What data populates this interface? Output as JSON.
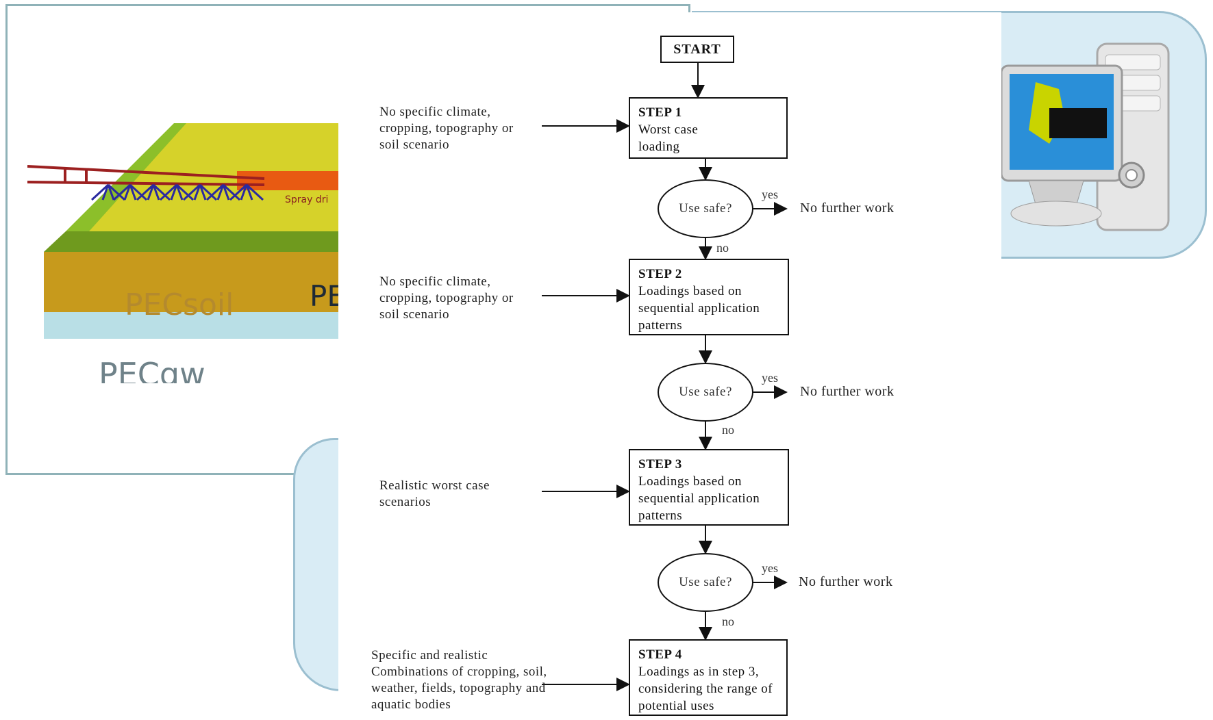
{
  "illustration": {
    "pec_soil": "PECsoil",
    "pec_gw": "PECgw",
    "pec_partial": "PE",
    "spray_label": "Spray dri"
  },
  "icons": {
    "computer": "desktop-computer-icon"
  },
  "flowchart": {
    "start": "START",
    "steps": [
      {
        "title": "STEP 1",
        "desc": "Worst case loading"
      },
      {
        "title": "STEP 2",
        "desc": "Loadings based on sequential application patterns"
      },
      {
        "title": "STEP 3",
        "desc": "Loadings based on sequential application patterns"
      },
      {
        "title": "STEP 4",
        "desc": "Loadings as in step 3, considering the range of potential uses"
      }
    ],
    "inputs": [
      "No specific climate, cropping, topography or soil scenario",
      "No specific climate, cropping, topography or soil scenario",
      "Realistic worst case scenarios",
      "Specific and realistic Combinations of cropping, soil, weather, fields, topography and aquatic bodies"
    ],
    "decisions": [
      "Use safe?",
      "Use safe?",
      "Use safe?"
    ],
    "yes_label": "yes",
    "no_label": "no",
    "outcome": "No further work"
  },
  "colors": {
    "panel_border": "#8fb2b8",
    "panel_fill": "#d9ecf5",
    "field_yellow": "#d6d22a",
    "field_green": "#8cbf2a",
    "soil": "#c79a1c",
    "groundwater": "#b9dfe6",
    "boom": "#9c2020",
    "nozzles": "#2a2aa0"
  }
}
